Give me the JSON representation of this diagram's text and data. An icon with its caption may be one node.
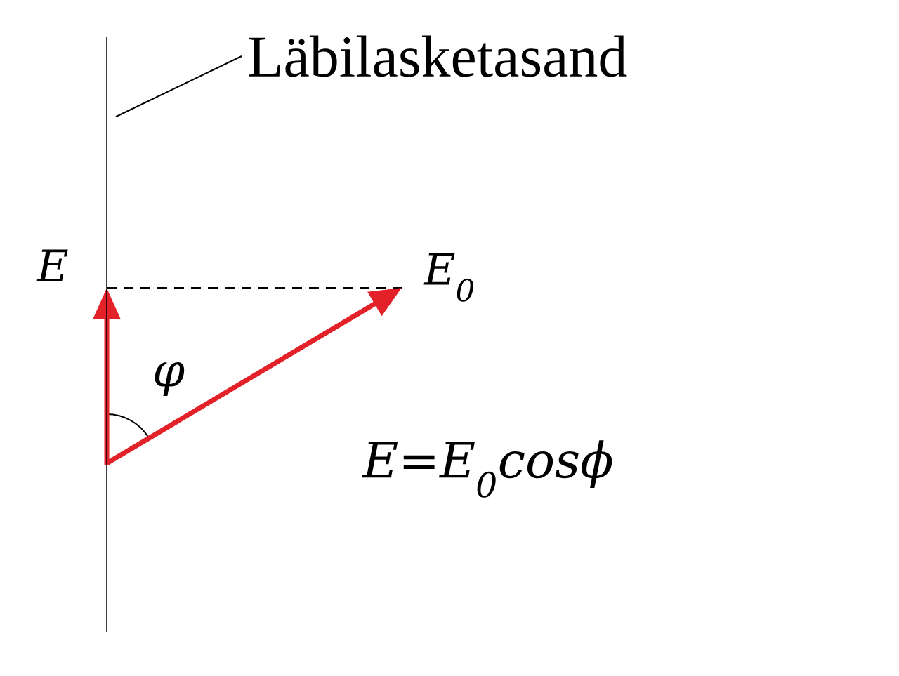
{
  "diagram": {
    "nodes": [
      {
        "text": [
          "Läbilasketasand"
        ]
      },
      {
        "text": [],
        "shape": "line"
      }
    ],
    "edges": [
      {
        "from": 0,
        "to": 1,
        "arrow": "none"
      }
    ],
    "labels": [
      "E",
      "E$_{0}$",
      "φ",
      "E=E$_{0}$cosϕ"
    ]
  }
}
